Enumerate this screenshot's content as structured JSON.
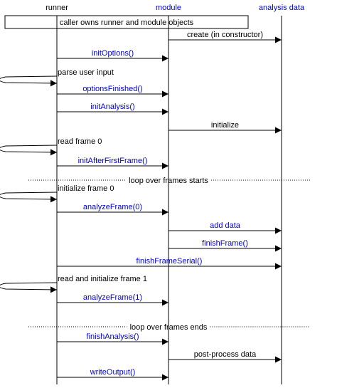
{
  "participants": [
    {
      "id": "runner",
      "label": "runner",
      "color": "#000000"
    },
    {
      "id": "module",
      "label": "module",
      "color": "#0000cc"
    },
    {
      "id": "analysis",
      "label": "analysis data",
      "color": "#0000cc"
    }
  ],
  "caption": "caller owns runner and module objects",
  "messages": [
    {
      "from": "module",
      "to": "analysis",
      "label": "create (in constructor)",
      "color": "#000000"
    },
    {
      "from": "runner",
      "to": "module",
      "label": "initOptions()",
      "color": "#0000cc"
    },
    {
      "from": "runner",
      "to": "runner",
      "label": "parse user input",
      "color": "#000000"
    },
    {
      "from": "runner",
      "to": "module",
      "label": "optionsFinished()",
      "color": "#0000cc"
    },
    {
      "from": "runner",
      "to": "module",
      "label": "initAnalysis()",
      "color": "#0000cc"
    },
    {
      "from": "module",
      "to": "analysis",
      "label": "initialize",
      "color": "#000000"
    },
    {
      "from": "runner",
      "to": "runner",
      "label": "read frame 0",
      "color": "#000000"
    },
    {
      "from": "runner",
      "to": "module",
      "label": "initAfterFirstFrame()",
      "color": "#0000cc"
    },
    {
      "divider": true,
      "label": "loop over frames starts"
    },
    {
      "from": "runner",
      "to": "runner",
      "label": "initialize frame 0",
      "color": "#000000"
    },
    {
      "from": "runner",
      "to": "module",
      "label": "analyzeFrame(0)",
      "color": "#0000cc"
    },
    {
      "from": "module",
      "to": "analysis",
      "label": "add data",
      "color": "#0000cc"
    },
    {
      "from": "module",
      "to": "analysis",
      "label": "finishFrame()",
      "color": "#0000cc"
    },
    {
      "from": "runner",
      "to": "analysis",
      "label": "finishFrameSerial()",
      "color": "#0000cc"
    },
    {
      "from": "runner",
      "to": "runner",
      "label": "read and initialize frame 1",
      "color": "#000000"
    },
    {
      "from": "runner",
      "to": "module",
      "label": "analyzeFrame(1)",
      "color": "#0000cc"
    },
    {
      "divider": true,
      "label": "loop over frames ends"
    },
    {
      "from": "runner",
      "to": "module",
      "label": "finishAnalysis()",
      "color": "#0000cc"
    },
    {
      "from": "module",
      "to": "analysis",
      "label": "post-process data",
      "color": "#000000"
    },
    {
      "from": "runner",
      "to": "module",
      "label": "writeOutput()",
      "color": "#0000cc"
    }
  ]
}
